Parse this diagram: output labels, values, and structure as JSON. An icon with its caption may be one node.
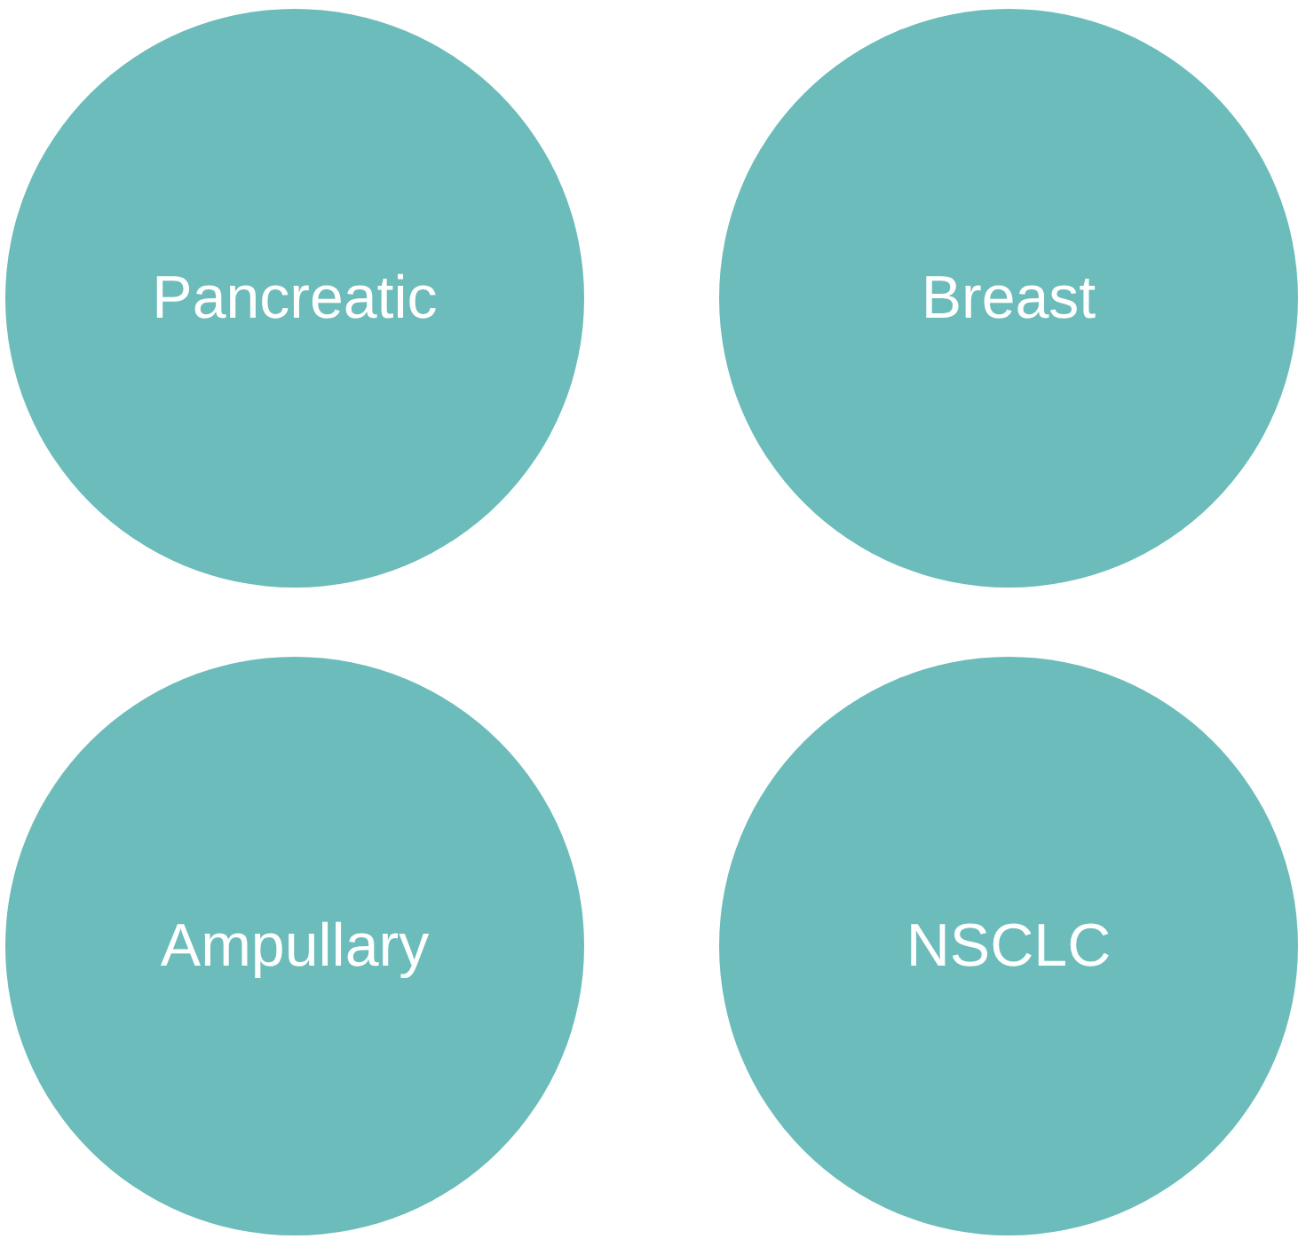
{
  "diagram": {
    "nodes": [
      {
        "text": [
          "Pancreatic"
        ]
      },
      {
        "text": [
          "Breast"
        ]
      },
      {
        "text": [
          "Ampullary"
        ]
      },
      {
        "text": [
          "NSCLC"
        ]
      }
    ]
  }
}
